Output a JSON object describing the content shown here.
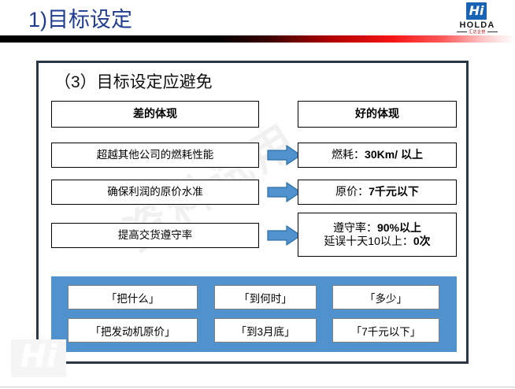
{
  "header": {
    "title": "1)目标设定",
    "brand": {
      "mark_glyph": "Hi",
      "name": "HOLDA",
      "sub": "汇达企管"
    }
  },
  "frame": {
    "title": "（3）目标设定应避免"
  },
  "matrix": {
    "columns": [
      {
        "header": "差的体现"
      },
      {
        "header": "好的体现"
      }
    ],
    "arrow_icon": "right-arrow-icon",
    "rows": [
      {
        "bad": "超越其他公司的燃耗性能",
        "good_plain": "燃耗：",
        "good_bold": "30Km/ 以上",
        "good_line2_plain": "",
        "good_line2_bold": ""
      },
      {
        "bad": "确保利润的原价水准",
        "good_plain": "原价：",
        "good_bold": "7千元以下",
        "good_line2_plain": "",
        "good_line2_bold": ""
      },
      {
        "bad": "提高交货遵守率",
        "good_plain": "遵守率：",
        "good_bold": "90%以上",
        "good_line2_plain": "延误十天10以上：",
        "good_line2_bold": "0次"
      }
    ]
  },
  "footer_panel": {
    "background_color": "#4f92ce",
    "row1": [
      "「把什么」",
      "「到何时」",
      "「多少」"
    ],
    "row2": [
      "「把发动机原价」",
      "「到3月底」",
      "「7千元以下」"
    ]
  },
  "watermark": {
    "diagonal_text": "资料试用",
    "corner_glyph": "Hi"
  },
  "colors": {
    "title_blue": "#1F3C91",
    "frame_border": "#2B3646",
    "arrow_fill": "#4F92CE",
    "arrow_stroke": "#2E6FA8",
    "panel_blue": "#4F92CE",
    "rule_red": "#F51414"
  }
}
